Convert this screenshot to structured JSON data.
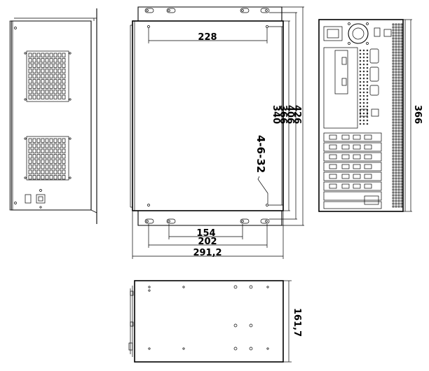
{
  "dimensions": {
    "top_hole_spacing": "228",
    "height_340": "340",
    "height_366": "366",
    "height_406": "406",
    "height_426": "426",
    "screw_spec": "4-6-32",
    "slot_spacing_154": "154",
    "slot_spacing_202": "202",
    "width_total": "291,2",
    "rear_height": "366",
    "depth": "161,7"
  },
  "colors": {
    "line": "#000000",
    "background": "#ffffff"
  }
}
